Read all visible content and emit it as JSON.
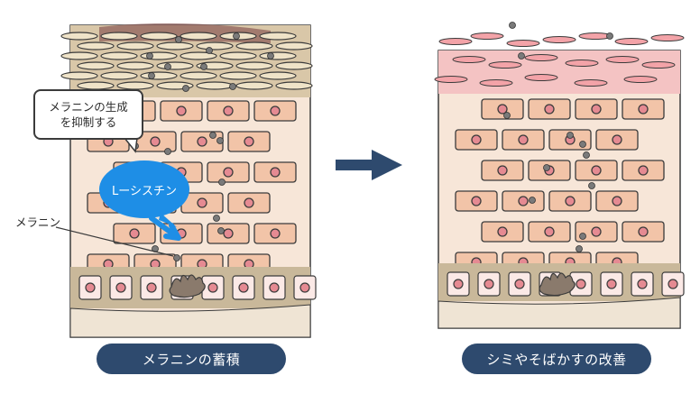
{
  "labels": {
    "callout": "メラニンの生成\nを抑制する",
    "bubble": "Lーシスチン",
    "melanin": "メラニン",
    "caption_left": "メラニンの蓄積",
    "caption_right": "シミやそばかすの改善"
  },
  "colors": {
    "cell_fill": "#f2c4a8",
    "cell_stroke": "#3b3b3b",
    "nucleus": "#e58a92",
    "melanin": "#777777",
    "bubble": "#1e8ee6",
    "pill": "#2e4a6e",
    "arrow": "#2e4a6e"
  }
}
